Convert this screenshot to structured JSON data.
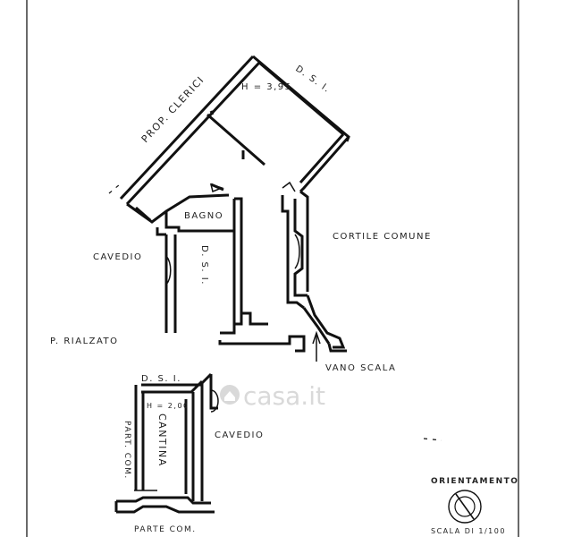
{
  "floor_plan": {
    "floor_label": "P. RIALZATO",
    "upper_level": {
      "neighbor_top": "PROP. CLERICI",
      "dsi_top": "D. S. I.",
      "height_label": "H = 3,95",
      "bathroom": "BAGNO",
      "courtyard": "CORTILE COMUNE",
      "light_well": "CAVEDIO",
      "dsi_side": "D. S. I.",
      "stairwell": "VANO SCALA"
    },
    "cellar_level": {
      "dsi_top": "D. S. I.",
      "height_label": "H = 2,00",
      "room": "CANTINA",
      "common_part_side": "PART. COM.",
      "light_well": "CAVEDIO",
      "common_part_bottom": "PARTE COM."
    },
    "orientation_label": "ORIENTAMENTO",
    "scale_label": "SCALA DI 1/100"
  },
  "watermark": {
    "text": "casa.it"
  }
}
